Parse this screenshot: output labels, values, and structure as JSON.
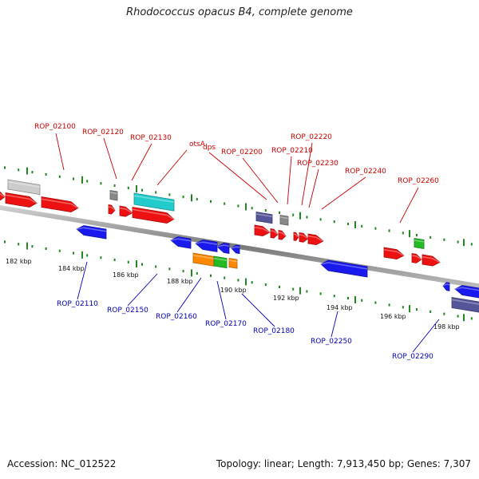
{
  "title": "Rhodococcus opacus B4, complete genome",
  "footer": {
    "accession": "Accession: NC_012522",
    "summary": "Topology: linear; Length: 7,913,450 bp; Genes: 7,307"
  },
  "ruler": {
    "unit_labels": [
      "182 kbp",
      "184 kbp",
      "186 kbp",
      "188 kbp",
      "190 kbp",
      "192 kbp",
      "194 kbp",
      "196 kbp",
      "198 kbp"
    ]
  },
  "colors": {
    "red": "#ee1111",
    "blue": "#1a1aee",
    "gray": "#888888",
    "light_gray": "#cccccc",
    "cyan": "#22cccc",
    "purple": "#555599",
    "orange": "#ff8800",
    "green": "#22bb22",
    "tick_green": "#228822",
    "backbone": "#888888",
    "top_label": "#cc0000",
    "bottom_label": "#0000bb"
  },
  "labels_top": [
    "ROP_02100",
    "ROP_02120",
    "ROP_02130",
    "otsA",
    "dps",
    "ROP_02200",
    "ROP_02210",
    "ROP_02220",
    "ROP_02230",
    "ROP_02240",
    "ROP_02260"
  ],
  "labels_bottom": [
    "ROP_02110",
    "ROP_02150",
    "ROP_02160",
    "ROP_02170",
    "ROP_02180",
    "ROP_02250",
    "ROP_02290"
  ]
}
